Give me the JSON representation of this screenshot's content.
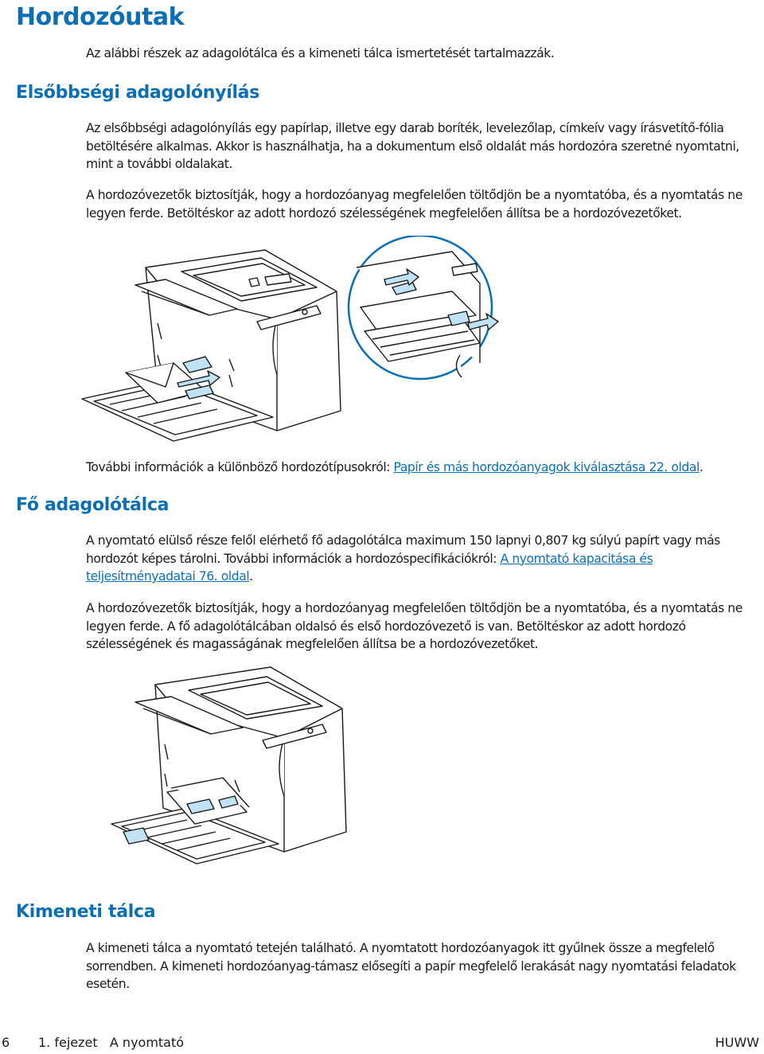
{
  "title": "Hordozóutak",
  "intro": "Az alábbi részek az adagolótálca és a kimeneti tálca ismertetését tartalmazzák.",
  "section1": {
    "heading": "Elsőbbségi adagolónyílás",
    "p1": "Az elsőbbségi adagolónyílás egy papírlap, illetve egy darab boríték, levelezőlap, címkeív vagy írásvetítő-fólia betöltésére alkalmas. Akkor is használhatja, ha a dokumentum első oldalát más hordozóra szeretné nyomtatni, mint a további oldalakat.",
    "p2": "A hordozóvezetők biztosítják, hogy a hordozóanyag megfelelően töltődjön be a nyomtatóba, és a nyomtatás ne legyen ferde. Betöltéskor az adott hordozó szélességének megfelelően állítsa be a hordozóvezetőket.",
    "more_prefix": "További információk a különböző hordozótípusokról: ",
    "more_link": "Papír és más hordozóanyagok kiválasztása 22. oldal",
    "more_suffix": "."
  },
  "section2": {
    "heading": "Fő adagolótálca",
    "p1_prefix": "A nyomtató elülső része felől elérhető fő adagolótálca maximum 150 lapnyi 0,807 kg súlyú papírt vagy más hordozót képes tárolni. További információk a hordozóspecifikációkról: ",
    "p1_link": "A nyomtató kapacitása és teljesítményadatai 76. oldal",
    "p1_suffix": ".",
    "p2": "A hordozóvezetők biztosítják, hogy a hordozóanyag megfelelően töltődjön be a nyomtatóba, és a nyomtatás ne legyen ferde. A fő adagolótálcában oldalsó és első hordozóvezető is van. Betöltéskor az adott hordozó szélességének és magasságának megfelelően állítsa be a hordozóvezetőket."
  },
  "section3": {
    "heading": "Kimeneti tálca",
    "p1": "A kimeneti tálca a nyomtató tetején található. A nyomtatott hordozóanyagok itt gyűlnek össze a megfelelő sorrendben. A kimeneti hordozóanyag-támasz elősegíti a papír megfelelő lerakását nagy nyomtatási feladatok esetén."
  },
  "footer": {
    "page_number": "6",
    "chapter": "1. fejezet   A nyomtató",
    "code": "HUWW"
  },
  "colors": {
    "heading": "#0a6fb5",
    "link": "#0a6fb5",
    "text": "#1a1a1a",
    "highlight": "#bfe3f5"
  }
}
